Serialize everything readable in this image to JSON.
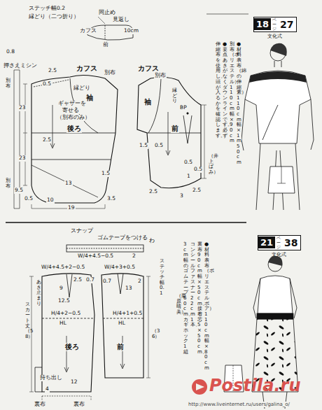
{
  "diagram": {
    "nodes": [
      {
        "text": [
          "18",
          "ページ",
          "27",
          "文化式"
        ]
      },
      {
        "text": [
          "21",
          "ページ",
          "38",
          "文化式"
        ]
      }
    ],
    "labels": [
      "ステッチ幅0.2",
      "縁どり（二つ折り）",
      "0.8",
      "同止め",
      "見返し",
      "カフス",
      "10cm",
      "前",
      "押さえミシン",
      "2.5",
      "別布",
      "カフス",
      "0.5",
      "縁どり",
      "袖",
      "ギャザーを",
      "寄せる",
      "（別布のみ）",
      "別布",
      "後ろ",
      "23",
      "23",
      "2.5",
      "9.5",
      "13",
      "1.5",
      "10",
      "19",
      "3.5",
      "0.5",
      "別布",
      "カフス",
      "別布",
      "袖",
      "縁どり",
      "BP",
      "前",
      "0.5",
      "1.5",
      "0.5",
      "0.5",
      "1",
      "2.5",
      "3",
      "2.5",
      "●材料　表布（綿の伸縮素）110cm幅×1m50cm",
      "別布（ポリエステル）110cm幅×90cm",
      "●要点　あきがなくダウンラインです。必ず",
      "伸縮布を使用し、頭が入るかを確認します。",
      "（井上ばみ）",
      "スナップ",
      "ゴムテープをつける",
      "わ",
      "W/4+4.5−0.5",
      "2",
      "W/4+4.5+2−0.5",
      "W/4+3+0.5",
      "2.5",
      "0.7",
      "0.7",
      "2",
      "9",
      "12.5",
      "13",
      "HL",
      "HL",
      "H/4+2−0.5",
      "H/4+1+0.5",
      "後ろ",
      "前",
      "スカート丈（58）",
      "あき止まり",
      "（36）",
      "ステッチ幅0.1",
      "持ち出し",
      "12",
      "4",
      "裏布",
      "裏布",
      "●材料　表布（ポリエステル　ボア）110cm幅×80cm",
      "裏布90cm幅×50cm、接着芯5×50cm、",
      "コンシールファスナー22cm1本、",
      "3cm幅のゴムテープ60cm、カギホック1組",
      "（栗原晴美）",
      "Postila.ru",
      "http://www.liveinternet.ru/users/galina_o/"
    ]
  }
}
